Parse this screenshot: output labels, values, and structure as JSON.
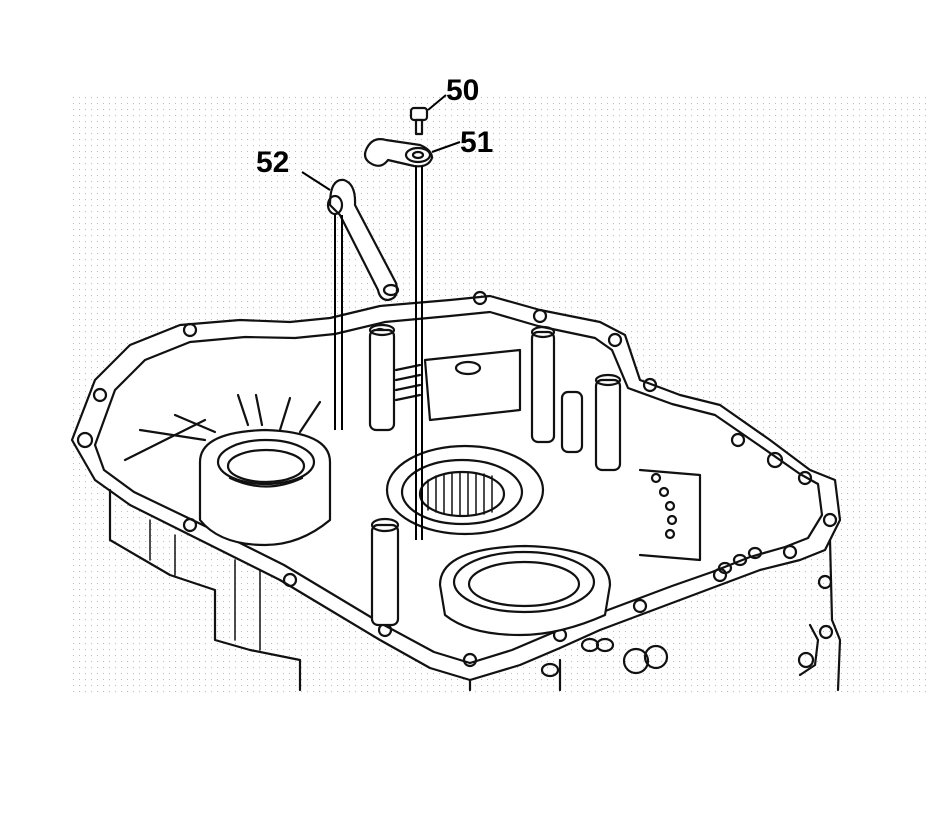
{
  "diagram": {
    "callouts": [
      {
        "id": "bolt",
        "label": "50"
      },
      {
        "id": "clip",
        "label": "51"
      },
      {
        "id": "pipe",
        "label": "52"
      }
    ]
  }
}
